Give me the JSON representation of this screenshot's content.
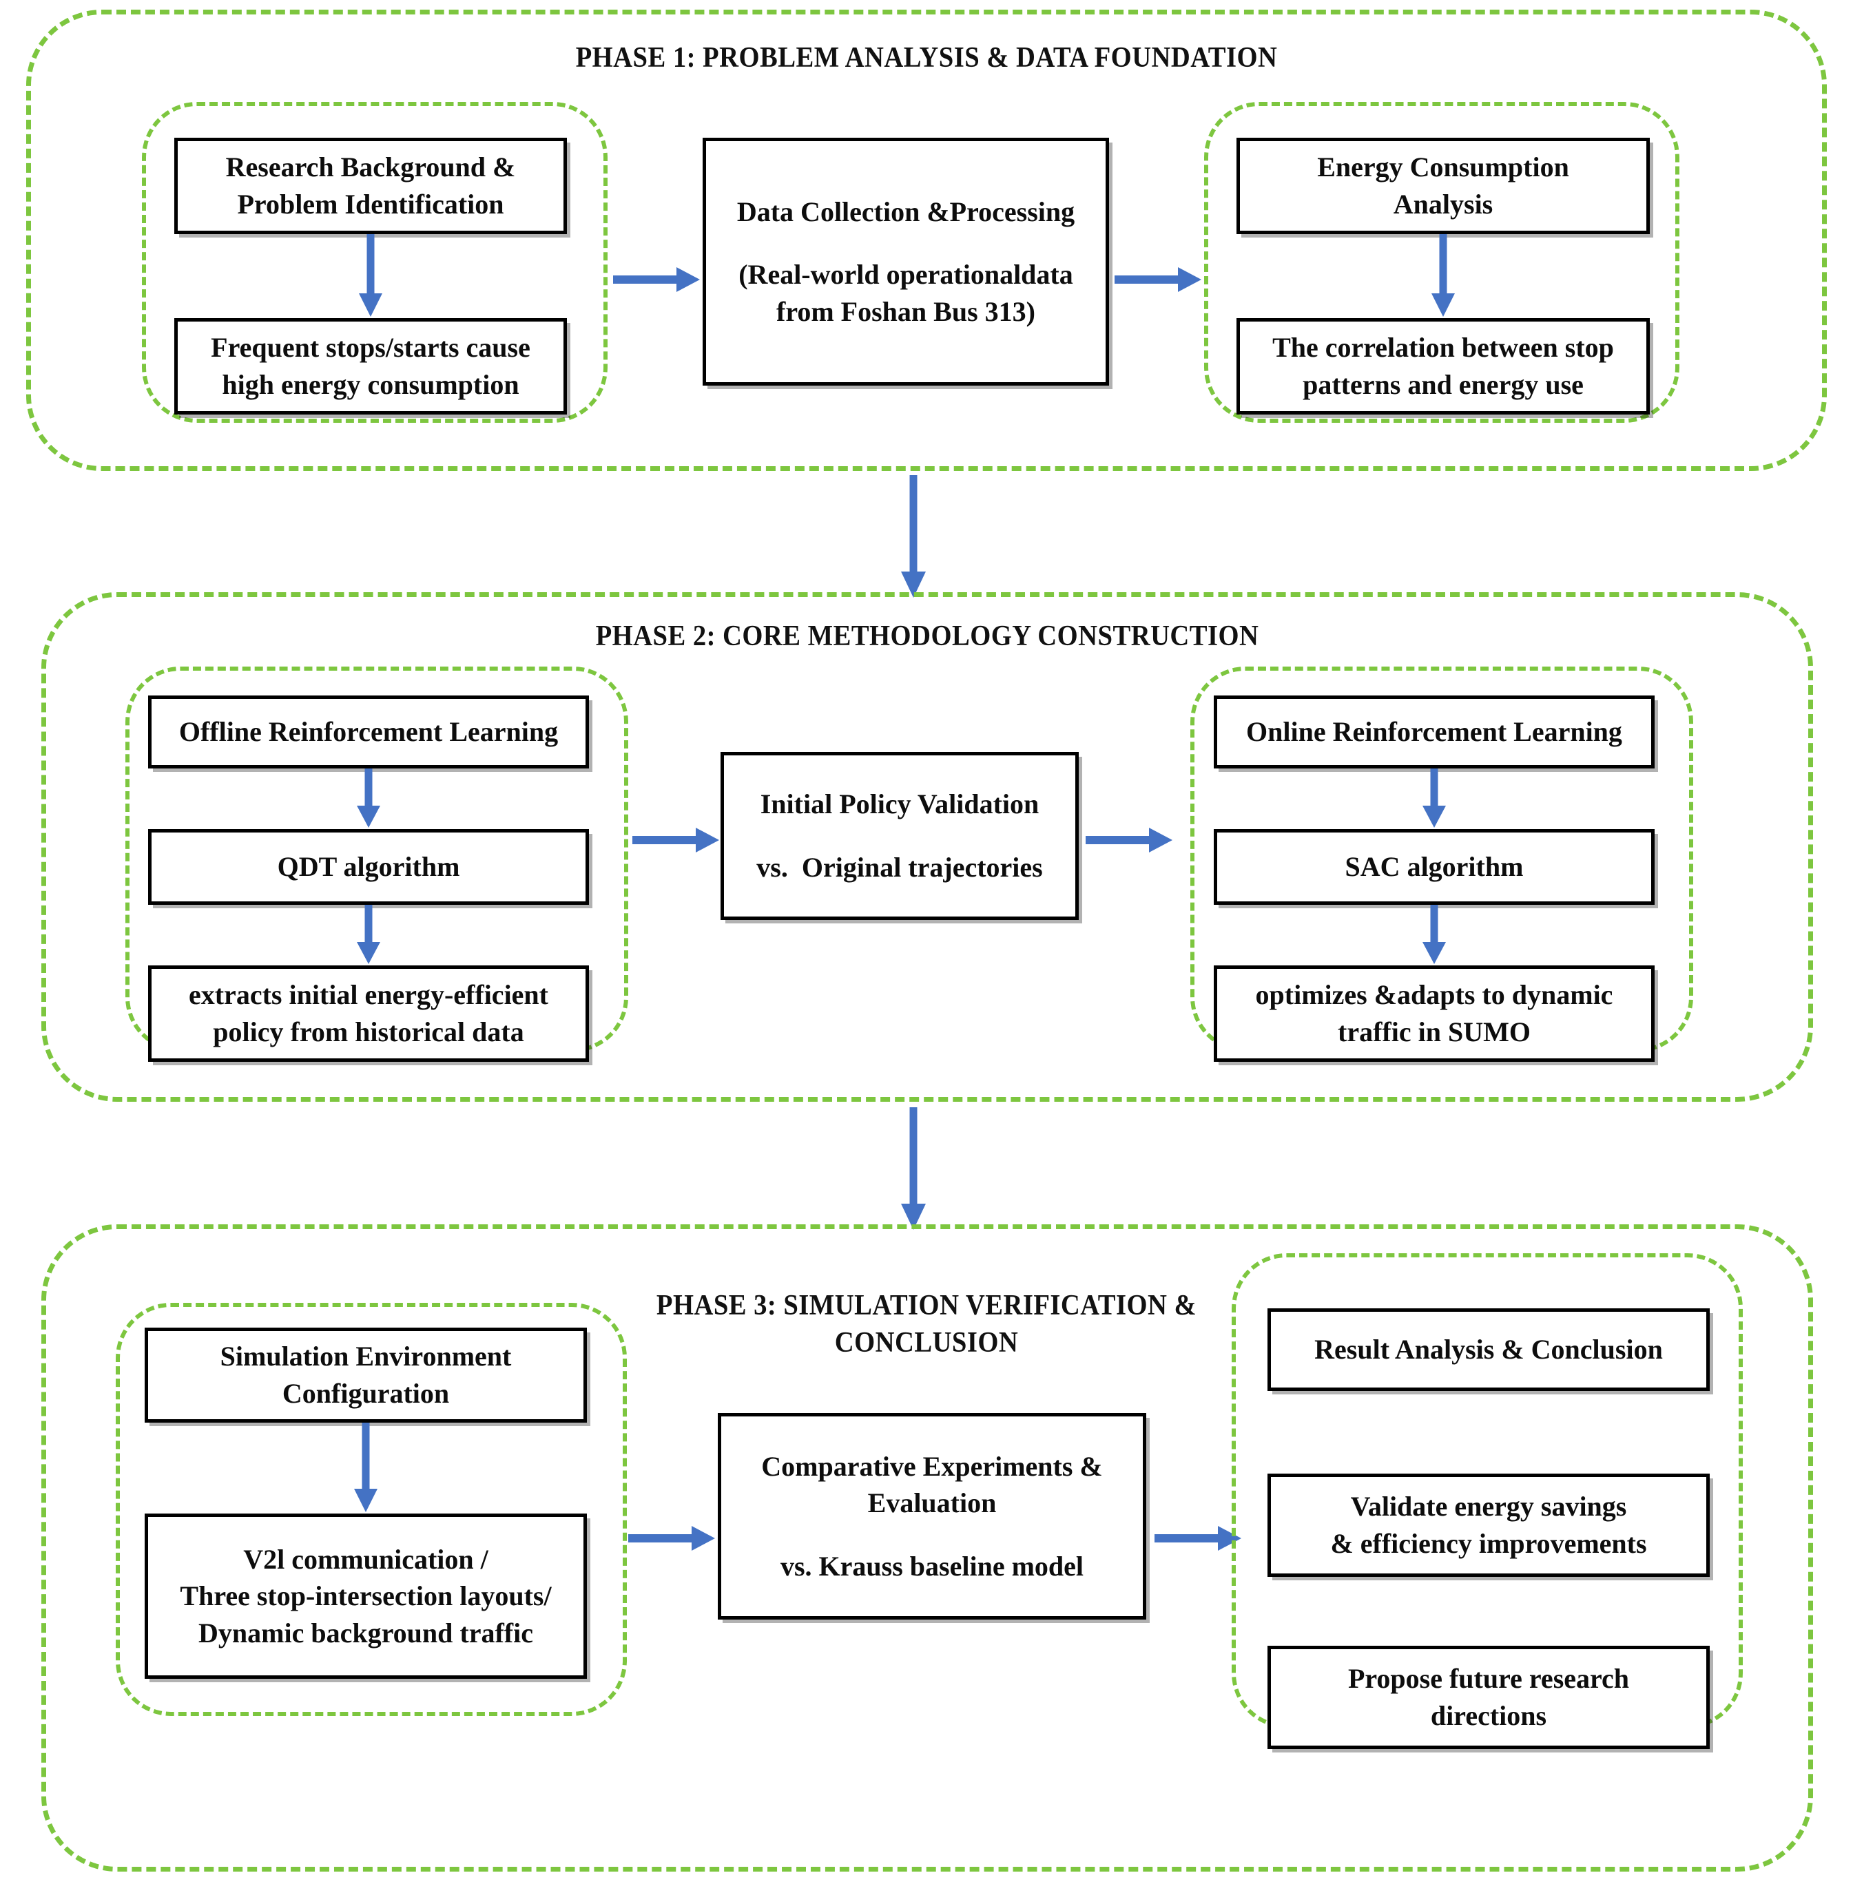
{
  "colors": {
    "dashed_border": "#7DC63F",
    "arrow": "#4472C4",
    "node_border": "#000000",
    "background": "#FFFFFF",
    "text": "#111111"
  },
  "phases": [
    {
      "id": "phase-1",
      "title": "PHASE 1: PROBLEM ANALYSIS & DATA FOUNDATION",
      "nodes": {
        "research_background": "Research Background &\nProblem Identification",
        "frequent_stops": "Frequent stops/starts cause\nhigh energy consumption",
        "data_collection_heading": "Data Collection &Processing",
        "data_collection_detail": "(Real-world operationaldata\nfrom Foshan Bus 313)",
        "energy_consumption": "Energy Consumption\nAnalysis",
        "correlation": "The correlation between stop\npatterns and energy use"
      }
    },
    {
      "id": "phase-2",
      "title": "PHASE 2: CORE METHODOLOGY CONSTRUCTION",
      "nodes": {
        "offline_rl": "Offline Reinforcement Learning",
        "qdt": "QDT algorithm",
        "extracts_policy": "extracts initial energy-efficient\npolicy from historical data",
        "policy_validation_heading": "Initial Policy Validation",
        "policy_validation_detail": "vs.  Original trajectories",
        "online_rl": "Online Reinforcement Learning",
        "sac": "SAC algorithm",
        "optimizes": "optimizes &adapts to dynamic\ntraffic in SUMO"
      }
    },
    {
      "id": "phase-3",
      "title": "PHASE 3: SIMULATION VERIFICATION &\nCONCLUSION",
      "nodes": {
        "sim_env_config": "Simulation Environment\nConfiguration",
        "v2l": "V2l communication /\nThree stop-intersection layouts/\nDynamic background traffic",
        "comparative_heading": "Comparative Experiments &\nEvaluation",
        "comparative_detail": "vs. Krauss baseline model",
        "result_analysis": "Result Analysis & Conclusion",
        "validate_energy": "Validate energy savings\n& efficiency improvements",
        "future_research": "Propose future research\ndirections"
      }
    }
  ]
}
